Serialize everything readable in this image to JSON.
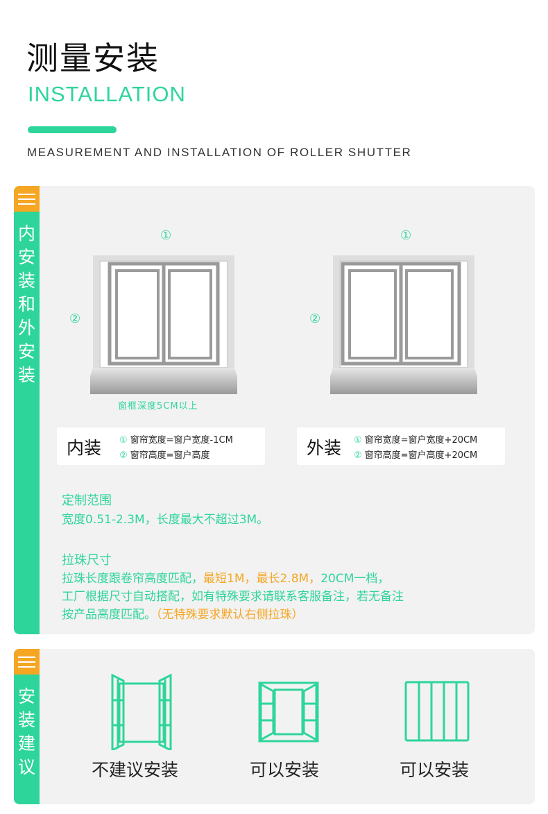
{
  "header": {
    "title_cn": "测量安装",
    "title_en": "INSTALLATION",
    "subtitle_en": "MEASUREMENT AND INSTALLATION OF ROLLER SHUTTER"
  },
  "panel_install": {
    "side_tab_text": "内安装和外安装",
    "left_diagram": {
      "width_marker": "①",
      "height_marker": "②",
      "frame_depth_note": "窗框深度5CM以上"
    },
    "right_diagram": {
      "width_marker": "①",
      "height_marker": "②"
    },
    "inside_mount": {
      "label": "内装",
      "line1_num": "①",
      "line1": "窗帘宽度=窗户宽度-1CM",
      "line2_num": "②",
      "line2": "窗帘高度=窗户高度"
    },
    "outside_mount": {
      "label": "外装",
      "line1_num": "①",
      "line1": "窗帘宽度=窗户宽度+20CM",
      "line2_num": "②",
      "line2": "窗帘高度=窗户高度+20CM"
    },
    "custom_range": {
      "heading": "定制范围",
      "text": "宽度0.51-2.3M，长度最大不超过3M。"
    },
    "bead_size": {
      "heading": "拉珠尺寸",
      "line1_a": "拉珠长度跟卷帘高度匹配，",
      "line1_b": "最短1M，最长2.8M，",
      "line1_c": "20CM一档，",
      "line2": "工厂根据尺寸自动搭配，如有特殊要求请联系客服备注，若无备注",
      "line3_a": "按产品高度匹配。",
      "line3_b": "（无特殊要求默认右侧拉珠）"
    }
  },
  "panel_advice": {
    "side_tab_text": "安装建议",
    "items": [
      {
        "icon": "outward-casement-window-icon",
        "label": "不建议安装"
      },
      {
        "icon": "inward-casement-window-icon",
        "label": "可以安装"
      },
      {
        "icon": "sliding-window-icon",
        "label": "可以安装"
      }
    ]
  },
  "colors": {
    "accent_green": "#2ed59a",
    "accent_orange": "#f5a623",
    "panel_bg": "#f2f2f2"
  }
}
